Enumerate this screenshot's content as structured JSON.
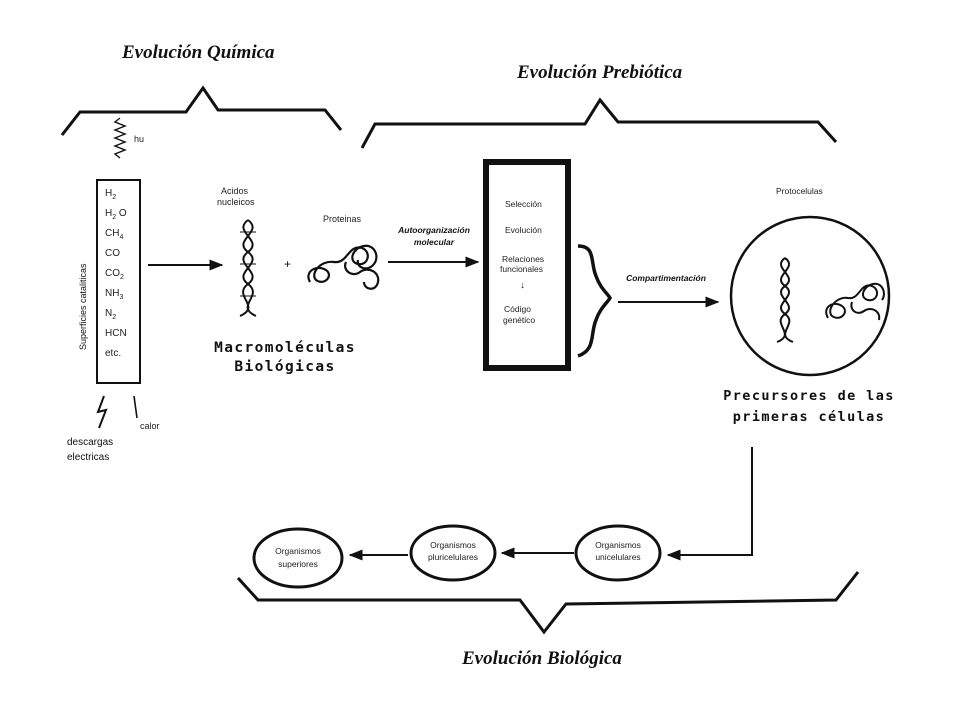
{
  "titles": {
    "chemical": "Evolución Química",
    "prebiotic": "Evolución Prebiótica",
    "biological": "Evolución Biológica"
  },
  "energy": {
    "uv": "hu",
    "heat": "calor",
    "discharge_line1": "descargas",
    "discharge_line2": "electricas"
  },
  "gas_box": {
    "side_label": "Superficies cataliticas",
    "gases": [
      {
        "base": "H",
        "sub": "2",
        "tail": ""
      },
      {
        "base": "H",
        "sub": "2",
        "tail": "O"
      },
      {
        "base": "CH",
        "sub": "4",
        "tail": ""
      },
      {
        "base": "CO",
        "sub": "",
        "tail": ""
      },
      {
        "base": "CO",
        "sub": "2",
        "tail": ""
      },
      {
        "base": "NH",
        "sub": "3",
        "tail": ""
      },
      {
        "base": "N",
        "sub": "2",
        "tail": ""
      },
      {
        "base": "HCN",
        "sub": "",
        "tail": ""
      },
      {
        "base": "etc.",
        "sub": "",
        "tail": ""
      }
    ]
  },
  "macro": {
    "acids_line1": "Acidos",
    "acids_line2": "nucleicos",
    "plus": "+",
    "proteins": "Proteinas",
    "title_line1": "Macromoléculas",
    "title_line2": "Biológicas"
  },
  "self_org": {
    "line1": "Autoorganización",
    "line2": "molecular"
  },
  "process_box": {
    "items": [
      "Selección",
      "Evolución",
      "Relaciones",
      "funcionales"
    ],
    "arrow": "↓",
    "code_line1": "Código",
    "code_line2": "genético"
  },
  "compartment": "Compartimentación",
  "protocell": {
    "label": "Protocelulas",
    "caption_line1": "Precursores de las",
    "caption_line2": "primeras células"
  },
  "organisms": [
    {
      "line1": "Organismos",
      "line2": "unicelulares"
    },
    {
      "line1": "Organismos",
      "line2": "pluricelulares"
    },
    {
      "line1": "Organismos",
      "line2": "superiores"
    }
  ]
}
